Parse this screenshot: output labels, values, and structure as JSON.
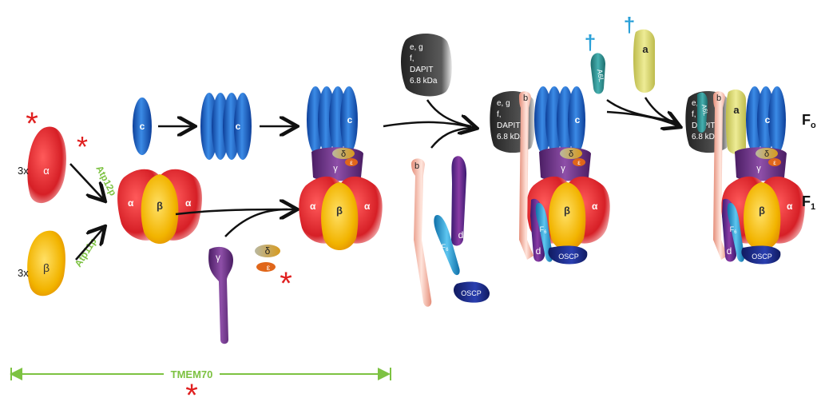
{
  "labels": {
    "c": "c",
    "alpha": "α",
    "beta": "β",
    "gamma": "γ",
    "delta": "δ",
    "epsilon": "ε",
    "b": "b",
    "d": "d",
    "f6_main": "F",
    "f6_sub": "6",
    "oscp": "OSCP",
    "a": "a",
    "a6l": "A6L",
    "three_x": "3x",
    "atp12p": "Atp12p",
    "atp11p": "Atp11p",
    "tmem70": "TMEM70",
    "fo_main": "F",
    "fo_sub": "o",
    "f1_main": "F",
    "f1_sub": "1",
    "dapit_lines": [
      "e, g",
      "f,",
      "DAPIT",
      "6.8 kDa"
    ],
    "dagger": "†",
    "star": "*"
  },
  "colors": {
    "c_subunit": "#1f6fd1",
    "alpha": "#e0252b",
    "beta": "#f3b800",
    "gamma": "#7a3a8c",
    "delta": "#d9a520",
    "epsilon": "#e0661a",
    "b_subunit": "#f3b7a6",
    "d_subunit": "#5e2e8c",
    "f6": "#2aa0d8",
    "oscp": "#1c2a8a",
    "a_subunit": "#d9d66a",
    "a6l": "#2f8c8c",
    "dapit": "#3a3a3a",
    "assembly_factor_text": "#7dc242",
    "star": "#e02020",
    "dagger": "#2aa0d8",
    "arrow": "#111111",
    "tmem70_line": "#7dc242"
  }
}
